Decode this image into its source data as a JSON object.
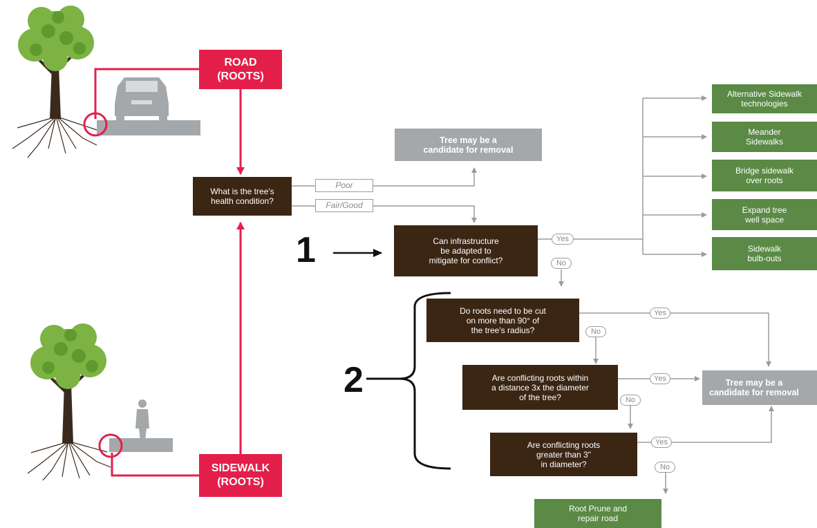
{
  "road": {
    "label": "ROAD\n(ROOTS)"
  },
  "sidewalk": {
    "label": "SIDEWALK\n(ROOTS)"
  },
  "health": {
    "question": "What is the tree's\nhealth condition?",
    "poor": "Poor",
    "fair_good": "Fair/Good"
  },
  "removal_top": "Tree may be a\ncandidate for removal",
  "adapt": {
    "question": "Can infrastructure\nbe adapted to\nmitigate for conflict?",
    "yes": "Yes",
    "no": "No"
  },
  "options": [
    "Alternative Sidewalk\ntechnologies",
    "Meander\nSidewalks",
    "Bridge sidewalk\nover roots",
    "Expand tree\nwell space",
    "Sidewalk\nbulb-outs"
  ],
  "q_cut": {
    "question": "Do roots need to be cut\non more than 90° of\nthe tree's radius?",
    "yes": "Yes",
    "no": "No"
  },
  "q_distance": {
    "question": "Are conflicting roots within\na distance 3x the diameter\nof the tree?",
    "yes": "Yes",
    "no": "No"
  },
  "q_diameter": {
    "question": "Are conflicting roots\ngreater than 3\"\nin diameter?",
    "yes": "Yes",
    "no": "No"
  },
  "removal_right": "Tree may be a\ncandidate for removal",
  "prune": "Root Prune and\nrepair road",
  "annotations": {
    "one": "1",
    "two": "2"
  },
  "colors": {
    "brown": "#3b2614",
    "green": "#5a8a45",
    "grey": "#a5a8aa",
    "red": "#e41e4a",
    "line": "#9b9b9b"
  }
}
